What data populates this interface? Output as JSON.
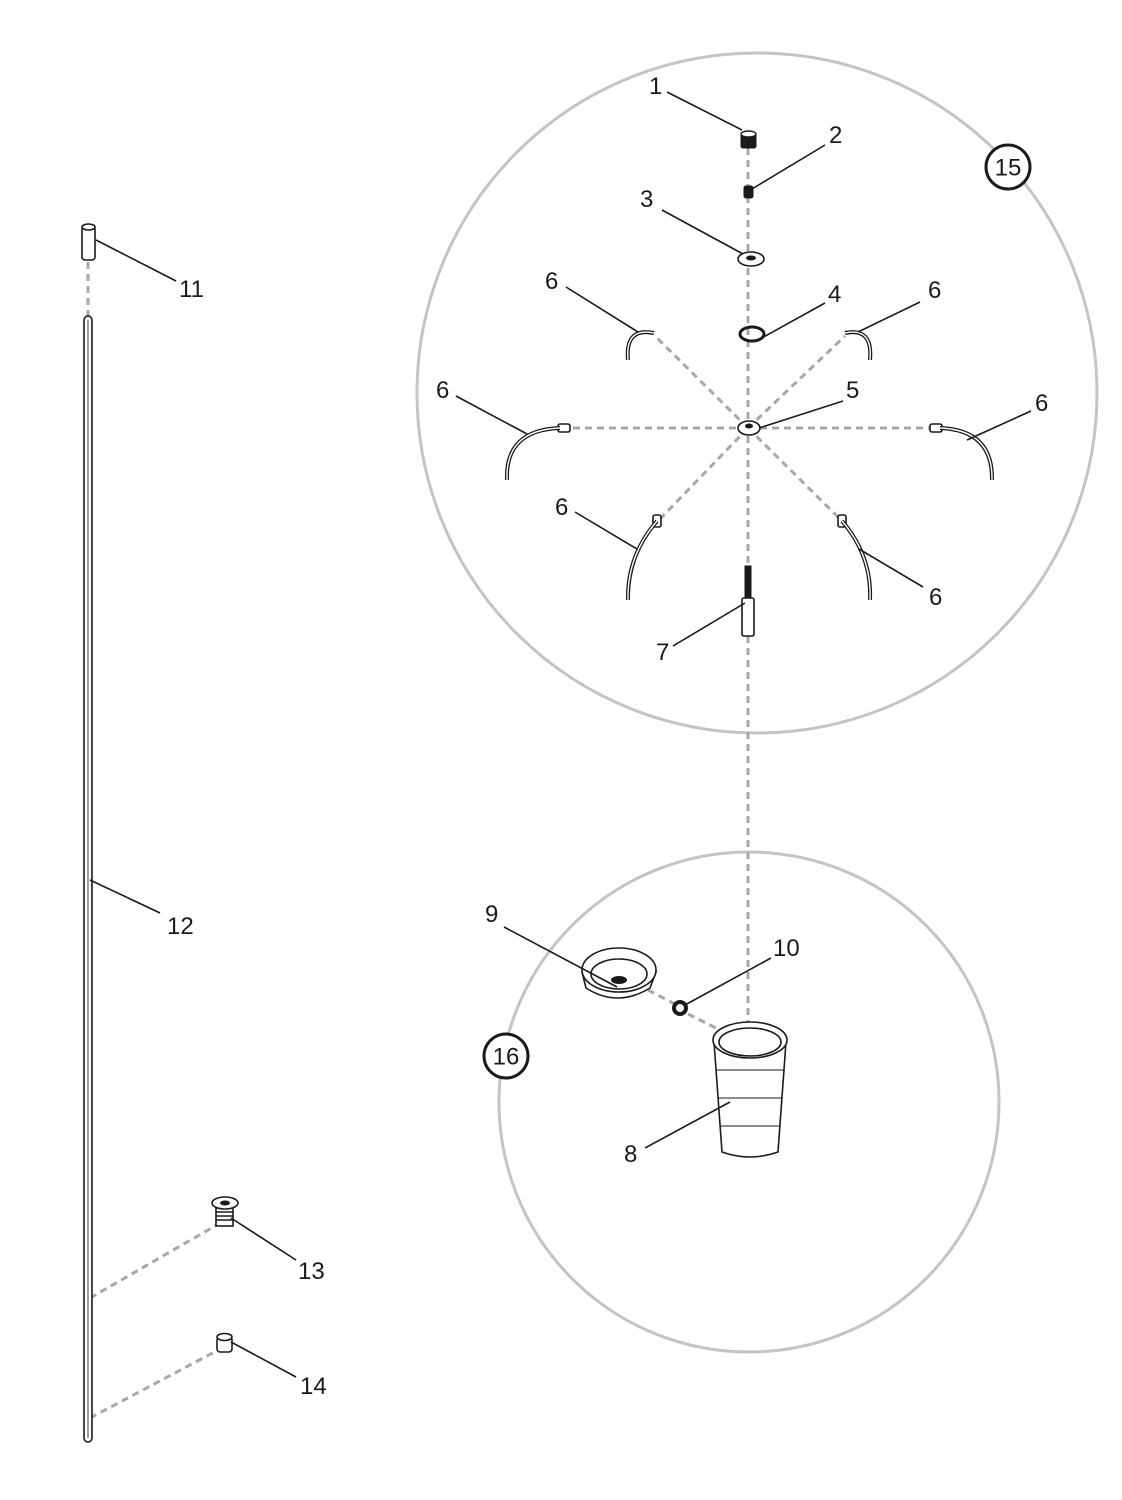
{
  "parts": {
    "p1": "1",
    "p2": "2",
    "p3": "3",
    "p4": "4",
    "p5": "5",
    "p6a": "6",
    "p6b": "6",
    "p6c": "6",
    "p6d": "6",
    "p6e": "6",
    "p6f": "6",
    "p7": "7",
    "p8": "8",
    "p9": "9",
    "p10": "10",
    "p11": "11",
    "p12": "12",
    "p13": "13",
    "p14": "14"
  },
  "assemblies": {
    "a15": "15",
    "a16": "16"
  },
  "colors": {
    "line": "#1a1a1a",
    "dash": "#a8a8a8",
    "ring": "#c4c4c4"
  }
}
